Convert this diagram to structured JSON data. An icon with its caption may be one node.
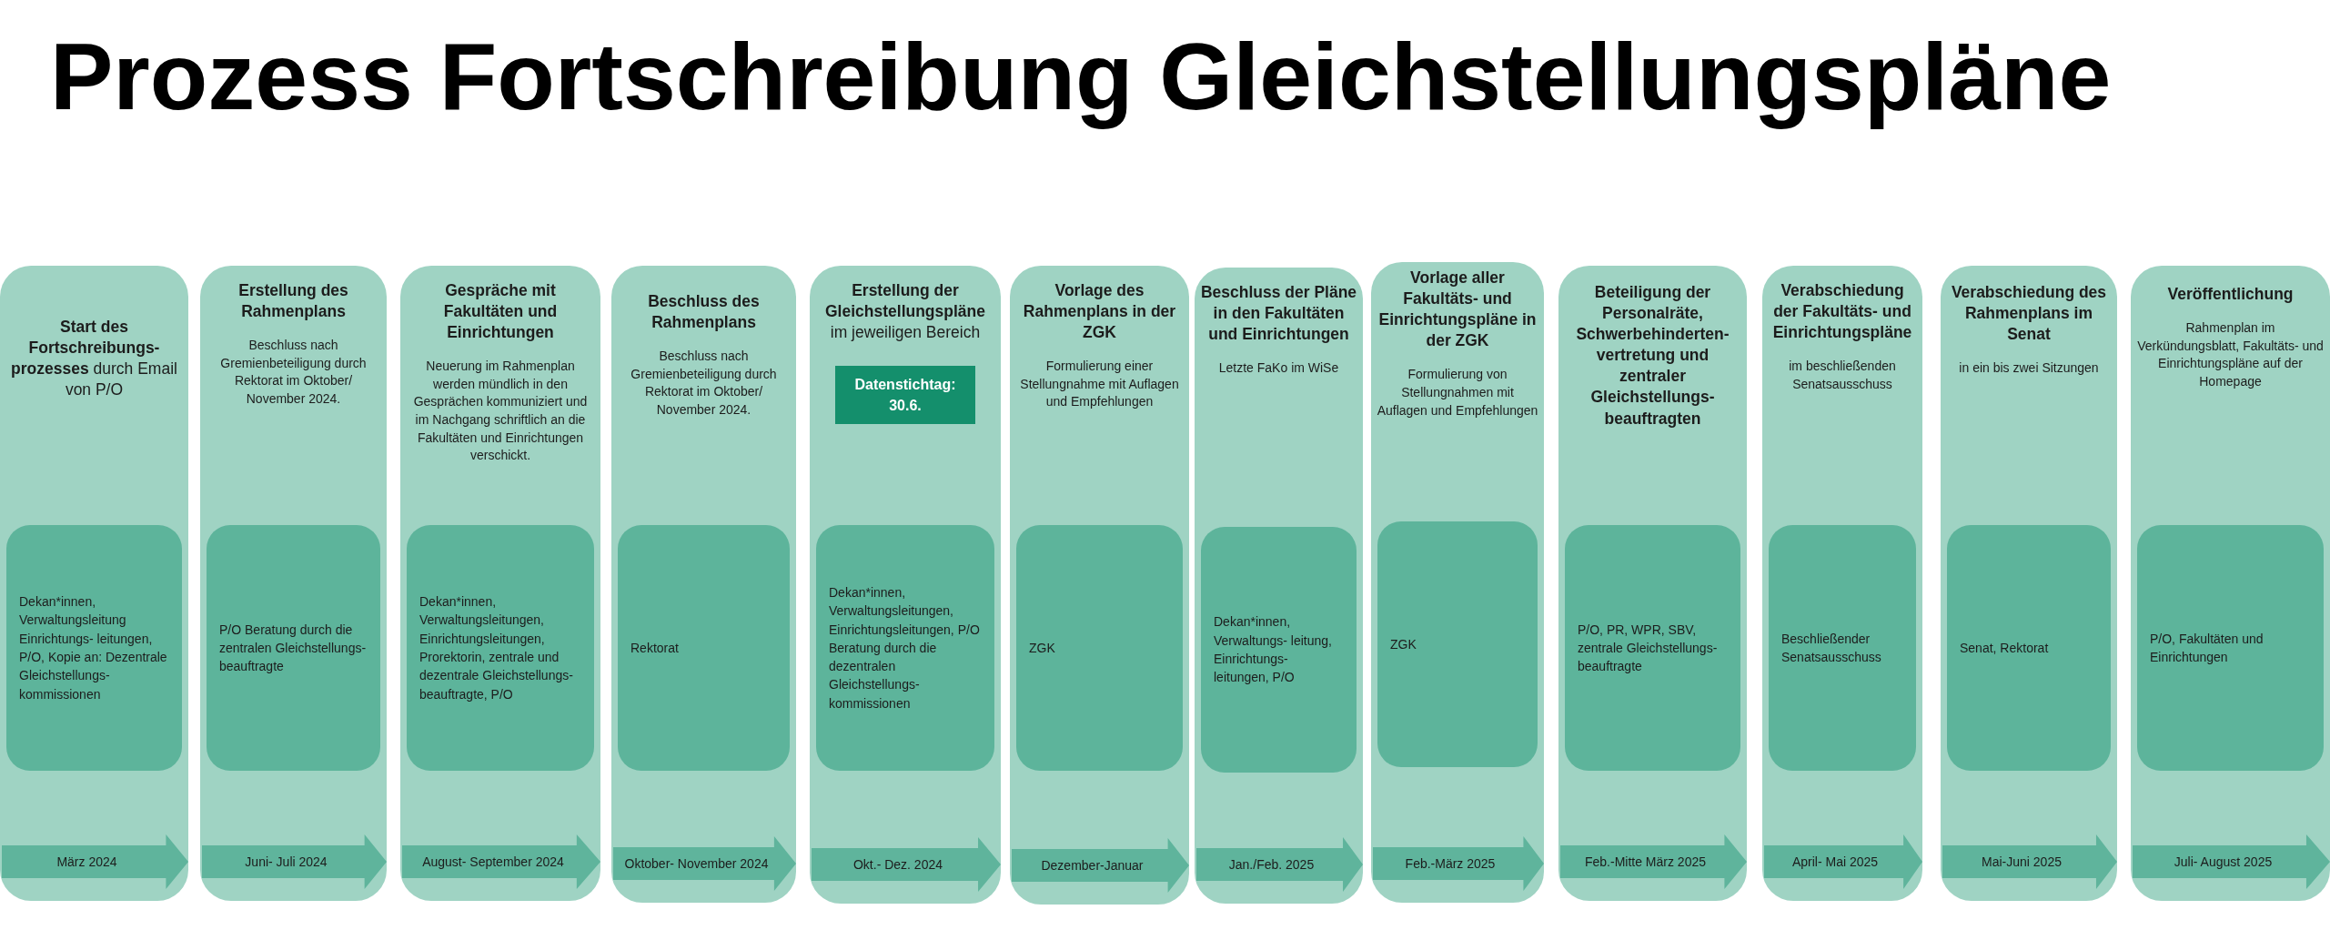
{
  "diagram": {
    "title": "Prozess Fortschreibung Gleichstellungspläne",
    "nodes": [
      {
        "text": [
          "**Start des Fortschreibungs- prozesses** durch Email von P/O"
        ]
      },
      {
        "text": [
          "Dekan*innen, Verwaltungsleitung Einrichtungs- leitungen, P/O, Kopie an: Dezentrale Gleichstellungs- kommissionen"
        ],
        "in": 0
      },
      {
        "text": [
          "März 2024"
        ],
        "in": 0
      },
      {
        "text": [
          "Erstellung des Rahmenplans",
          "Beschluss nach Gremienbeteiligung durch Rektorat im Oktober/ November 2024."
        ]
      },
      {
        "text": [
          "P/O Beratung durch die zentralen Gleichstellungs- beauftragte"
        ],
        "in": 3
      },
      {
        "text": [
          "Juni- Juli 2024"
        ],
        "in": 3
      },
      {
        "text": [
          "Gespräche mit Fakultäten und Einrichtungen",
          "Neuerung im Rahmenplan werden mündlich in den Gesprächen kommuniziert und im Nachgang schriftlich an die Fakultäten und Einrichtungen verschickt."
        ]
      },
      {
        "text": [
          "Dekan*innen, Verwaltungsleitungen, Einrichtungsleitungen, Prorektorin, zentrale und dezentrale Gleichstellungs- beauftragte, P/O"
        ],
        "in": 6
      },
      {
        "text": [
          "August- September 2024"
        ],
        "in": 6
      },
      {
        "text": [
          "Beschluss des Rahmenplans",
          "Beschluss nach Gremienbeteiligung durch Rektorat im Oktober/ November 2024."
        ]
      },
      {
        "text": [
          "Rektorat"
        ],
        "in": 9
      },
      {
        "text": [
          "Oktober- November 2024"
        ],
        "in": 9
      },
      {
        "text": [
          "**Erstellung der Gleichstellungspläne** im jeweiligen Bereich"
        ]
      },
      {
        "text": [
          "Datenstichtag: 30.6."
        ],
        "in": 12
      },
      {
        "text": [
          "Dekan*innen, Verwaltungsleitungen, Einrichtungsleitungen, P/O Beratung durch die dezentralen Gleichstellungs- kommissionen"
        ],
        "in": 12
      },
      {
        "text": [
          "Okt.- Dez. 2024"
        ],
        "in": 12
      },
      {
        "text": [
          "Vorlage des Rahmenplans in der ZGK",
          "Formulierung einer Stellungnahme mit Auflagen und Empfehlungen"
        ]
      },
      {
        "text": [
          "ZGK"
        ],
        "in": 16
      },
      {
        "text": [
          "Dezember-Januar"
        ],
        "in": 16
      },
      {
        "text": [
          "Beschluss der Pläne in den Fakultäten und Einrichtungen",
          "Letzte FaKo im WiSe"
        ]
      },
      {
        "text": [
          "Dekan*innen, Verwaltungs- leitung, Einrichtungs- leitungen, P/O"
        ],
        "in": 19
      },
      {
        "text": [
          "Jan./Feb. 2025"
        ],
        "in": 19
      },
      {
        "text": [
          "Vorlage aller Fakultäts- und Einrichtungspläne in der ZGK",
          "Formulierung von Stellungnahmen mit Auflagen und Empfehlungen"
        ]
      },
      {
        "text": [
          "ZGK"
        ],
        "in": 22
      },
      {
        "text": [
          "Feb.-März 2025"
        ],
        "in": 22
      },
      {
        "text": [
          "Beteiligung der Personalräte, Schwerbehinderten- vertretung und zentraler Gleichstellungs- beauftragten"
        ]
      },
      {
        "text": [
          "P/O, PR, WPR, SBV, zentrale Gleichstellungs- beauftragte"
        ],
        "in": 25
      },
      {
        "text": [
          "Feb.-Mitte März 2025"
        ],
        "in": 25
      },
      {
        "text": [
          "Verabschiedung der Fakultäts- und Einrichtungspläne",
          "im beschließenden Senatsausschuss"
        ]
      },
      {
        "text": [
          "Beschließender Senatsausschuss"
        ],
        "in": 28
      },
      {
        "text": [
          "April- Mai 2025"
        ],
        "in": 28
      },
      {
        "text": [
          "Verabschiedung des Rahmenplans im Senat",
          "in ein bis zwei Sitzungen"
        ]
      },
      {
        "text": [
          "Senat, Rektorat"
        ],
        "in": 31
      },
      {
        "text": [
          "Mai-Juni 2025"
        ],
        "in": 31
      },
      {
        "text": [
          "Veröffentlichung",
          "Rahmenplan im Verkündungsblatt, Fakultäts- und Einrichtungspläne auf der Homepage"
        ]
      },
      {
        "text": [
          "P/O, Fakultäten und Einrichtungen"
        ],
        "in": 34
      },
      {
        "text": [
          "Juli- August 2025"
        ],
        "in": 34
      }
    ]
  }
}
